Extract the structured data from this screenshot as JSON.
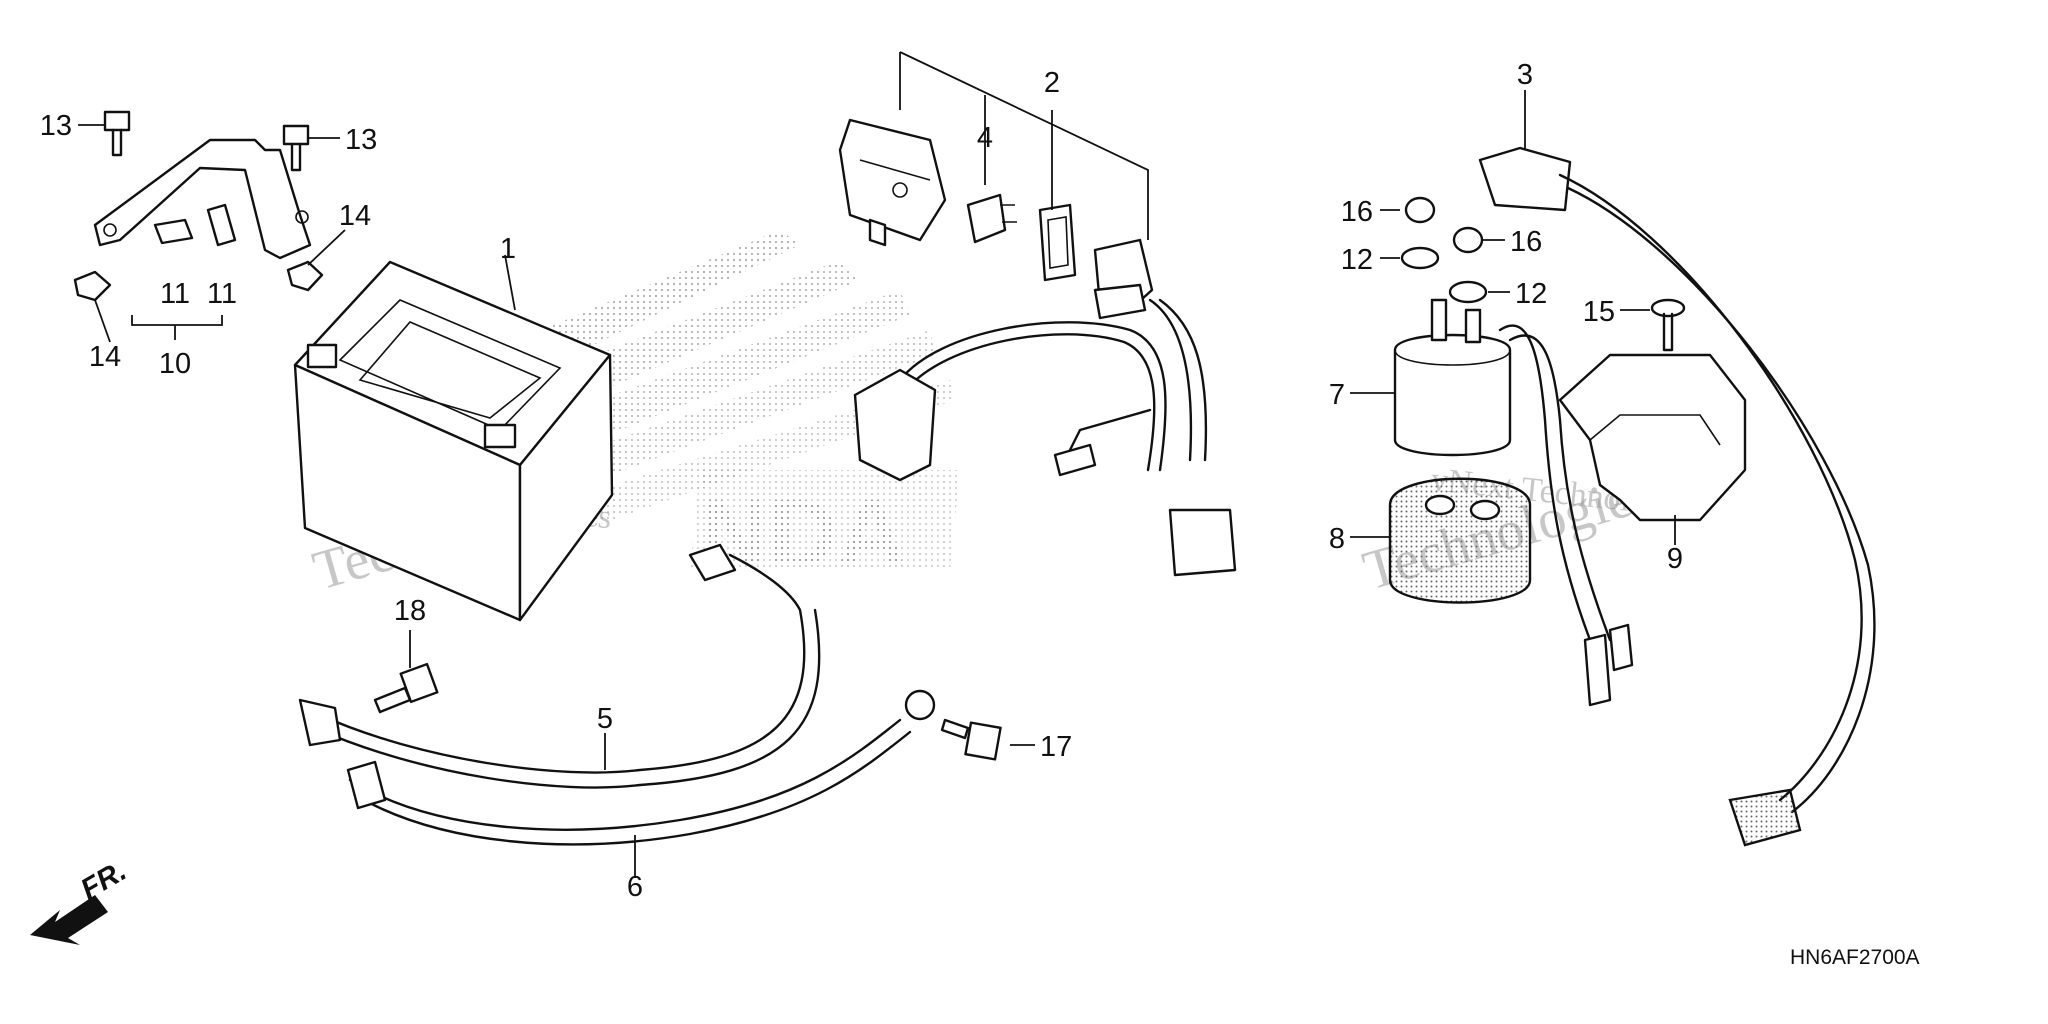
{
  "diagram": {
    "code": "HN6AF2700A",
    "front_label": "FR.",
    "watermark_text": "vNext Technologies",
    "watermark_big": "Technologies",
    "callouts": [
      {
        "id": "c1",
        "label": "1"
      },
      {
        "id": "c2",
        "label": "2"
      },
      {
        "id": "c3",
        "label": "3"
      },
      {
        "id": "c4",
        "label": "4"
      },
      {
        "id": "c5",
        "label": "5"
      },
      {
        "id": "c6",
        "label": "6"
      },
      {
        "id": "c7",
        "label": "7"
      },
      {
        "id": "c8",
        "label": "8"
      },
      {
        "id": "c9",
        "label": "9"
      },
      {
        "id": "c10",
        "label": "10"
      },
      {
        "id": "c11a",
        "label": "11"
      },
      {
        "id": "c11b",
        "label": "11"
      },
      {
        "id": "c12a",
        "label": "12"
      },
      {
        "id": "c12b",
        "label": "12"
      },
      {
        "id": "c13a",
        "label": "13"
      },
      {
        "id": "c13b",
        "label": "13"
      },
      {
        "id": "c14a",
        "label": "14"
      },
      {
        "id": "c14b",
        "label": "14"
      },
      {
        "id": "c15",
        "label": "15"
      },
      {
        "id": "c16a",
        "label": "16"
      },
      {
        "id": "c16b",
        "label": "16"
      },
      {
        "id": "c17",
        "label": "17"
      },
      {
        "id": "c18",
        "label": "18"
      }
    ]
  }
}
